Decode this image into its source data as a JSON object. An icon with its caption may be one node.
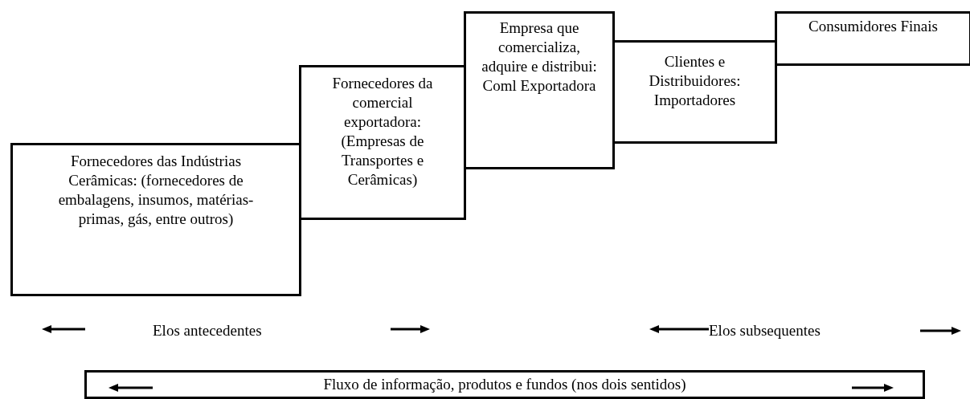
{
  "diagram": {
    "nodes": [
      {
        "text": [
          "Fornecedores das Indústrias Cerâmicas: (fornecedores de embalagens, insumos, matérias-primas, gás, entre outros)"
        ]
      },
      {
        "text": [
          "Fornecedores da comercial exportadora: (Empresas de Transportes e Cerâmicas)"
        ]
      },
      {
        "text": [
          "Empresa que comercializa, adquire e distribui: Coml Exportadora"
        ]
      },
      {
        "text": [
          "Clientes e Distribuidores: Importadores"
        ]
      },
      {
        "text": [
          "Consumidores Finais"
        ]
      },
      {
        "text": [
          "Fluxo de informação, produtos e fundos (nos dois sentidos)"
        ]
      }
    ],
    "labels": [
      "Elos antecedentes",
      "Elos subsequentes"
    ]
  }
}
